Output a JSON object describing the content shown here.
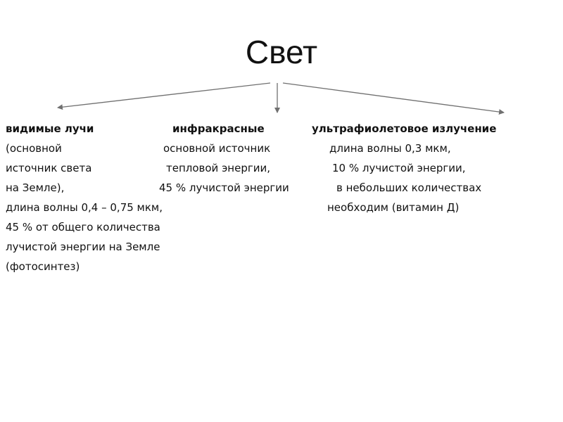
{
  "title": "Свет",
  "columns": [
    {
      "heading": "видимые лучи",
      "lines": [
        "(основной",
        "источник света",
        "на Земле),",
        "длина волны 0,4 – 0,75 мкм,",
        "45 % от общего количества",
        "лучистой энергии на Земле",
        "(фотосинтез)"
      ]
    },
    {
      "heading": "инфракрасные",
      "lines": [
        "основной источник",
        "тепловой энергии,",
        "45 % лучистой энергии"
      ]
    },
    {
      "heading": "ультрафиолетовое излучение",
      "lines": [
        "длина волны 0,3 мкм,",
        "10 % лучистой энергии,",
        "в небольших количествах",
        "необходим (витамин Д)"
      ]
    }
  ],
  "colors": {
    "text": "#111111",
    "arrow": "#707070",
    "background": "#ffffff"
  }
}
